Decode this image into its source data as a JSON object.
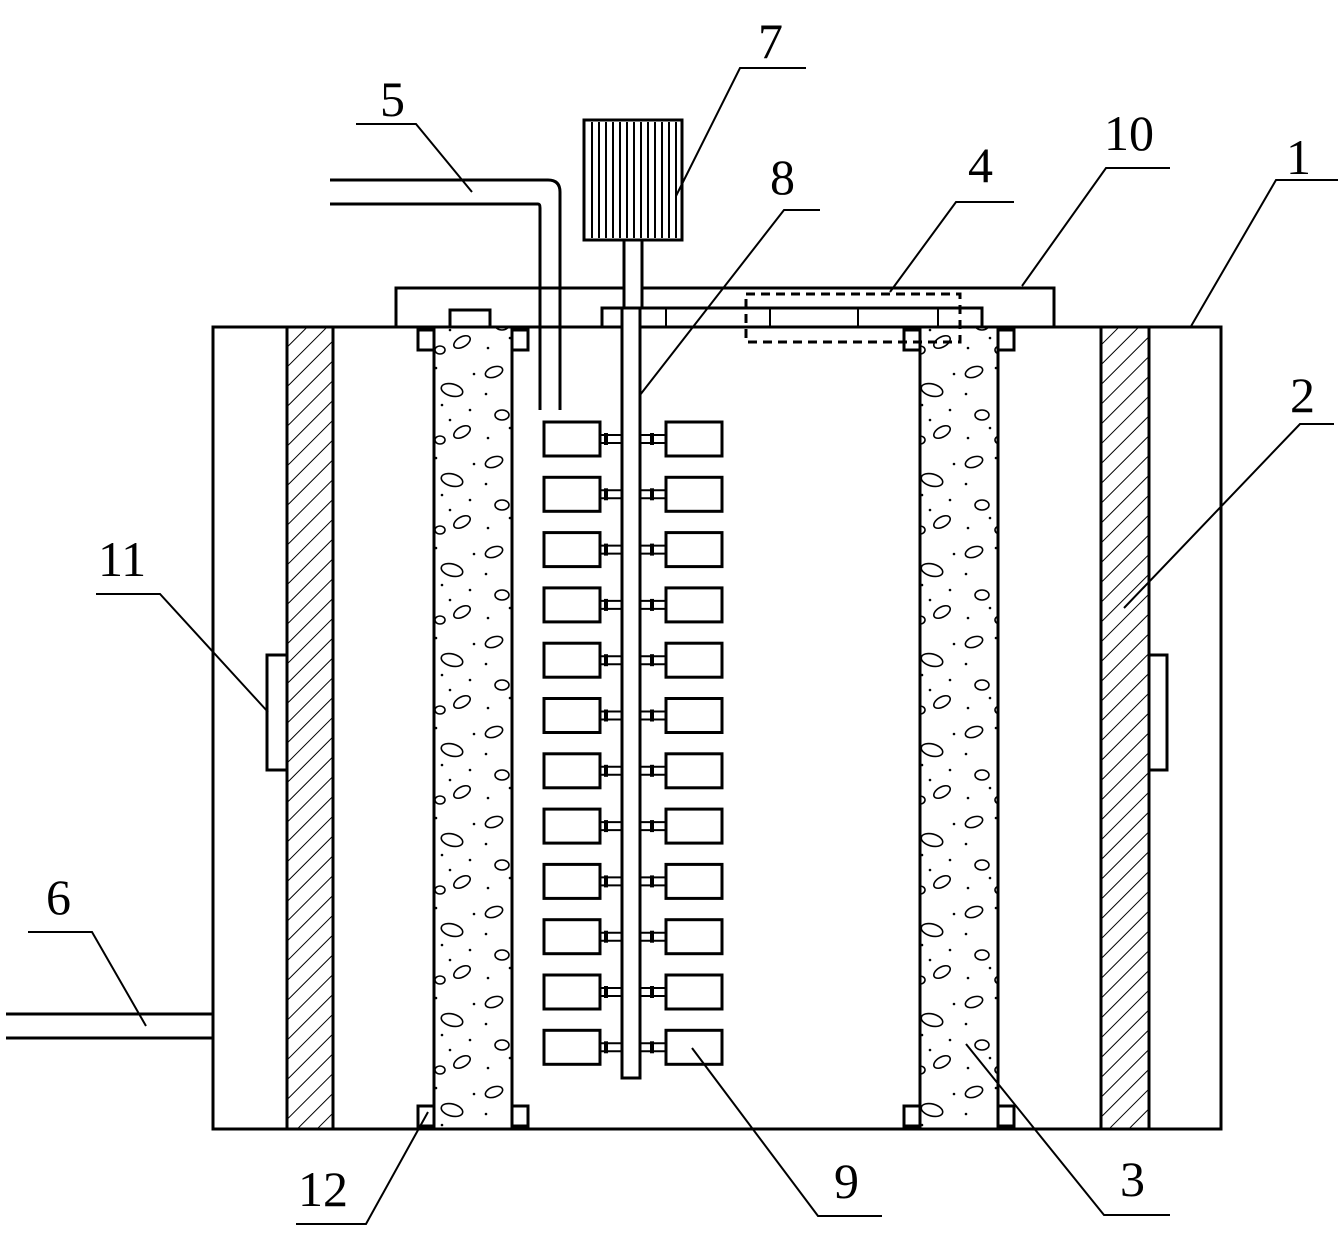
{
  "labels": {
    "l1": "1",
    "l2": "2",
    "l3": "3",
    "l4": "4",
    "l5": "5",
    "l6": "6",
    "l7": "7",
    "l8": "8",
    "l9": "9",
    "l10": "10",
    "l11": "11",
    "l12": "12"
  },
  "paddle_rows": 12
}
